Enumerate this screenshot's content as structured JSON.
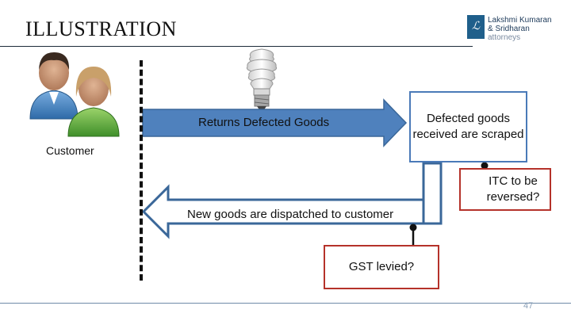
{
  "header": {
    "title": "ILLUSTRATION",
    "logo_line1": "Lakshmi Kumaran",
    "logo_line2": "& Sridharan",
    "logo_line3": "attorneys"
  },
  "diagram": {
    "customer_label": "Customer",
    "returns_arrow_label": "Returns Defected Goods",
    "dispatch_arrow_label": "New goods are dispatched to customer",
    "defected_box_text": "Defected goods received are scraped",
    "itc_box_text": "ITC to be reversed?",
    "gst_box_text": "GST levied?"
  },
  "footer": {
    "page_number": "47"
  },
  "colors": {
    "arrow_fill": "#4f81bd",
    "arrow_stroke": "#3a6799",
    "box_border_red": "#b5322a",
    "connector": "#111111"
  },
  "icons": [
    "customer-people-icon",
    "light-bulb-icon"
  ]
}
